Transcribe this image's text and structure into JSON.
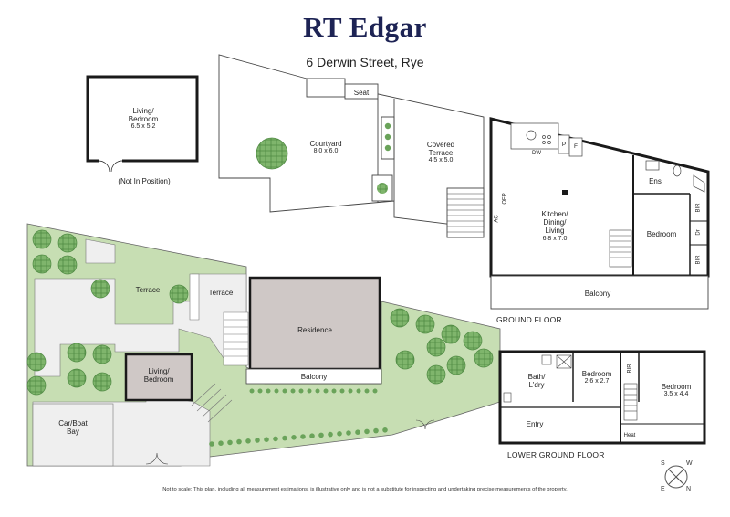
{
  "brand": "RT Edgar",
  "address": "6 Derwin Street, Rye",
  "rooms": {
    "living_bedroom_detached": {
      "name_line1": "Living/",
      "name_line2": "Bedroom",
      "dims": "6.5 x 5.2",
      "note": "(Not In Position)"
    },
    "seat": "Seat",
    "courtyard": {
      "name": "Courtyard",
      "dims": "8.0 x 6.0"
    },
    "covered_terrace": {
      "name_line1": "Covered",
      "name_line2": "Terrace",
      "dims": "4.5 x 5.0"
    },
    "kitchen": {
      "line1": "Kitchen/",
      "line2": "Dining/",
      "line3": "Living",
      "dims": "6.8 x 7.0"
    },
    "ens": "Ens",
    "bedroom_ground": "Bedroom",
    "bir": "BIR",
    "dr": "Dr",
    "balcony_ground": "Balcony",
    "dw": "DW",
    "p": "P",
    "f": "F",
    "ac": "AC",
    "ofp": "OFP",
    "terrace_1": "Terrace",
    "terrace_2": "Terrace",
    "residence": "Residence",
    "balcony_site": "Balcony",
    "living_bedroom_site": {
      "line1": "Living/",
      "line2": "Bedroom"
    },
    "car_boat": {
      "line1": "Car/Boat",
      "line2": "Bay"
    },
    "bath": {
      "line1": "Bath/",
      "line2": "L'dry"
    },
    "bedroom_small": {
      "name": "Bedroom",
      "dims": "2.6 x 2.7"
    },
    "bedroom_large": {
      "name": "Bedroom",
      "dims": "3.5 x 4.4"
    },
    "entry": "Entry",
    "heat": "Heat",
    "bir_lower": "BIR"
  },
  "floors": {
    "ground": "GROUND FLOOR",
    "lower": "LOWER GROUND FLOOR"
  },
  "compass": {
    "s": "S",
    "w": "W",
    "e": "E",
    "n": "N"
  },
  "footer": "Not to scale: This plan, including all measurement estimations, is illustrative only and is not a substitute for inspecting and undertaking precise measurements of the property.",
  "colors": {
    "brand": "#1d2354",
    "wall": "#1a1a1a",
    "lawn": "#c7deb3",
    "paving": "#efefef",
    "building": "#cfc8c6",
    "tree": "#6aa35a"
  }
}
